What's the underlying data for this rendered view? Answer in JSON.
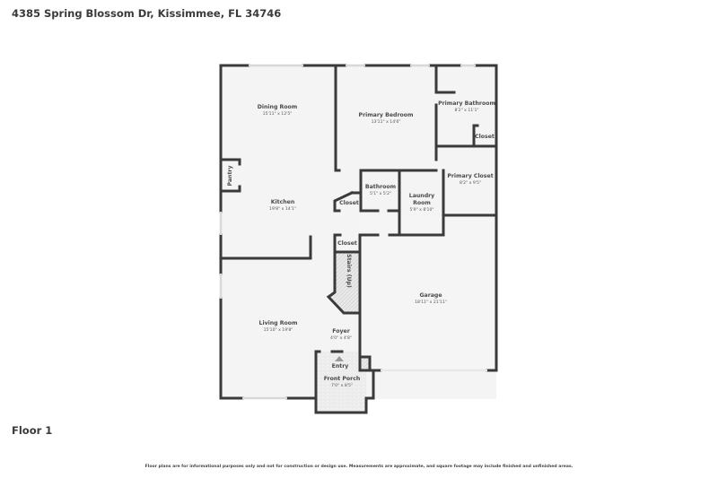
{
  "header": {
    "address": "4385 Spring Blossom Dr, Kissimmee, FL 34746"
  },
  "floor": {
    "label": "Floor 1"
  },
  "rooms": {
    "dining": {
      "name": "Dining Room",
      "dims": "15'11\" x 12'5\""
    },
    "primary_bedroom": {
      "name": "Primary Bedroom",
      "dims": "13'11\" x 14'6\""
    },
    "primary_bathroom": {
      "name": "Primary Bathroom",
      "dims": "8'2\" x 11'1\""
    },
    "primary_bath_closet": {
      "name": "Closet"
    },
    "primary_closet": {
      "name": "Primary Closet",
      "dims": "8'2\" x 9'5\""
    },
    "pantry": {
      "name": "Pantry"
    },
    "kitchen": {
      "name": "Kitchen",
      "dims": "19'8\" x 14'1\""
    },
    "hall_closet": {
      "name": "Closet"
    },
    "bathroom": {
      "name": "Bathroom",
      "dims": "5'1\" x 5'2\""
    },
    "laundry": {
      "name": "Laundry Room",
      "name_line1": "Laundry",
      "name_line2": "Room",
      "dims": "5'9\" x 8'10\""
    },
    "stair_closet": {
      "name": "Closet"
    },
    "stairs": {
      "name": "Stairs (Up)"
    },
    "garage": {
      "name": "Garage",
      "dims": "18'11\" x 21'11\""
    },
    "living": {
      "name": "Living Room",
      "dims": "15'10\" x 19'8\""
    },
    "foyer": {
      "name": "Foyer",
      "dims": "4'0\" x 4'8\""
    },
    "entry": {
      "name": "Entry"
    },
    "front_porch": {
      "name": "Front Porch",
      "dims": "7'0\" x 8'5\""
    }
  },
  "footer": {
    "disclaimer": "Floor plans are for informational purposes only and not for construction or design use. Measurements are approximate, and square footage may include finished and unfinished areas."
  },
  "colors": {
    "wall": "#3a3a3a",
    "floor": "#f4f4f4",
    "window": "#e2e2e2",
    "text": "#4a4a4a"
  }
}
